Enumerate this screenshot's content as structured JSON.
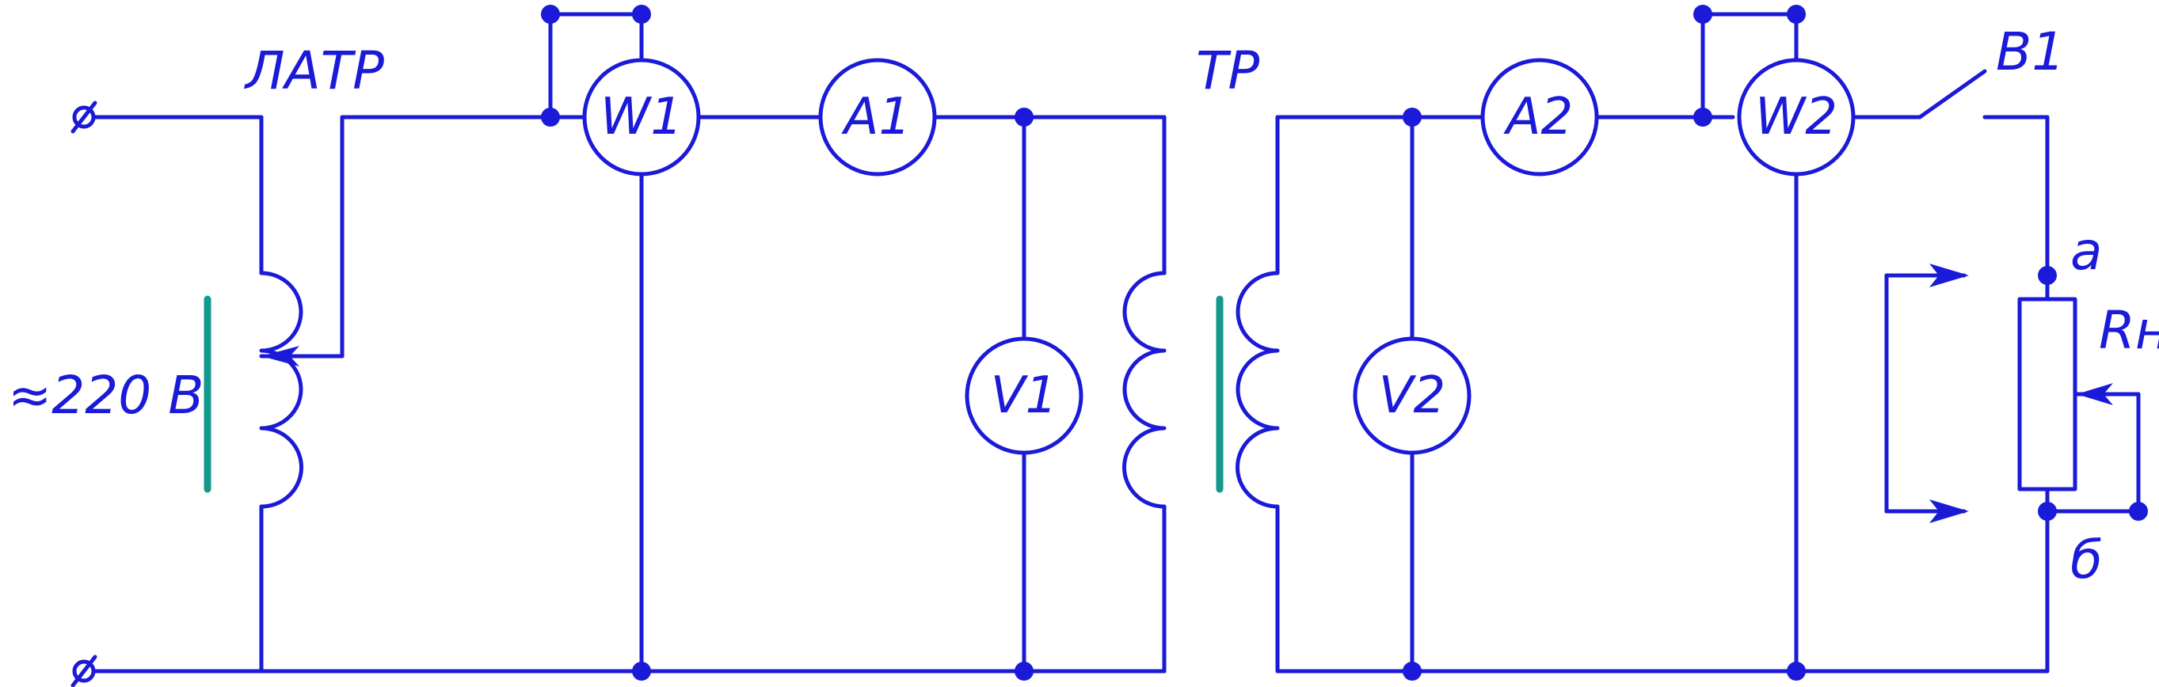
{
  "labels": {
    "autotransformer": "ЛАТР",
    "transformer": "ТР",
    "supply": "≈220 В",
    "switch": "В1",
    "load": "Rн",
    "terminal_a": "а",
    "terminal_b": "б"
  },
  "meters": [
    {
      "id": "w1",
      "label": "W1"
    },
    {
      "id": "a1",
      "label": "A1"
    },
    {
      "id": "v1",
      "label": "V1"
    },
    {
      "id": "v2",
      "label": "V2"
    },
    {
      "id": "a2",
      "label": "A2"
    },
    {
      "id": "w2",
      "label": "W2"
    }
  ],
  "colors": {
    "wire": "#1a1ad8",
    "core": "#139a8c"
  }
}
